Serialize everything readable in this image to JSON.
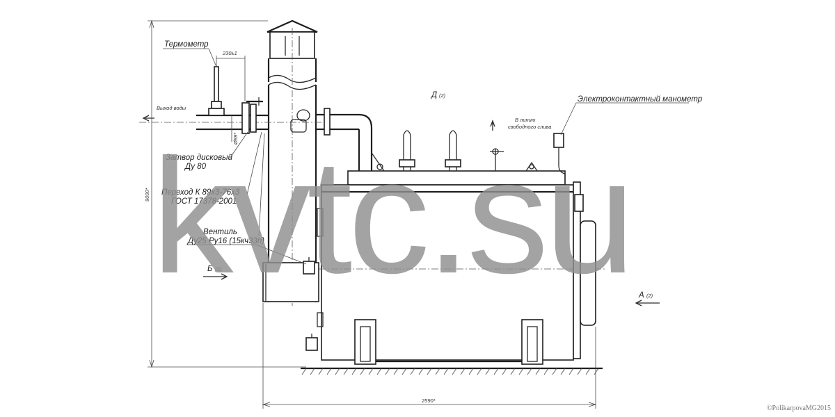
{
  "labels": {
    "thermometer": "Термометр",
    "dim_230": "230±1",
    "water_outlet": "Выход воды",
    "dia_89": "Ø89*",
    "gate_valve_1": "Затвор дисковый",
    "gate_valve_2": "Ду 80",
    "transition_1": "Переход К 89х3-76х3",
    "transition_2": "ГОСТ 17378-2001",
    "valve_1": "Вентиль",
    "valve_2": "Ду25 Ру16 (15кч33п)",
    "view_d": "Д",
    "view_d_sheet": "(2)",
    "free_drain_1": "В линию",
    "free_drain_2": "свободного слива",
    "manometer": "Электроконтактный манометр",
    "view_b": "Б",
    "view_b_sheet": "(2)",
    "view_a": "А",
    "view_a_sheet": "(2)",
    "height_dim": "9000*",
    "length_dim": "2590*"
  },
  "watermark": "kvtc.su",
  "copyright": "©PolikarpovaMG2015"
}
